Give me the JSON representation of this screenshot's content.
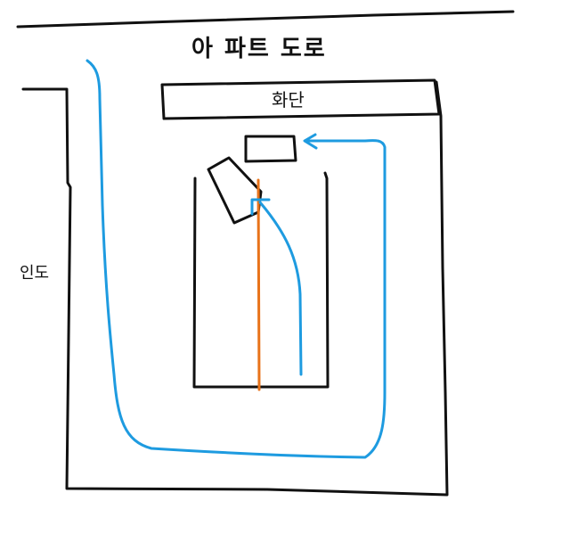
{
  "labels": {
    "road": "아 파트 도로",
    "flower_bed": "화단",
    "sidewalk": "인도"
  },
  "colors": {
    "ink": "#111111",
    "route": "#1e9be0",
    "guide": "#e8731a",
    "background": "#ffffff"
  }
}
